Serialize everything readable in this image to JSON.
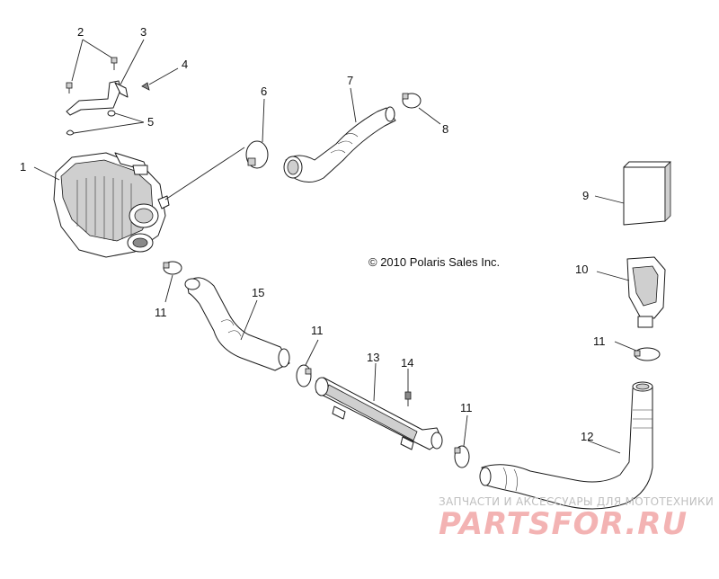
{
  "callouts": {
    "c1": "1",
    "c2": "2",
    "c3": "3",
    "c4": "4",
    "c5": "5",
    "c6": "6",
    "c7": "7",
    "c8": "8",
    "c9": "9",
    "c10": "10",
    "c11a": "11",
    "c11b": "11",
    "c11c": "11",
    "c11d": "11",
    "c12": "12",
    "c13": "13",
    "c14": "14",
    "c15": "15"
  },
  "copyright": "© 2010 Polaris Sales Inc.",
  "watermark": {
    "tagline": "ЗАПЧАСТИ И АКСЕССУАРЫ ДЛЯ МОТОТЕХНИКИ",
    "brand": "PARTSFOR.RU",
    "color": "#f3b3b3"
  }
}
